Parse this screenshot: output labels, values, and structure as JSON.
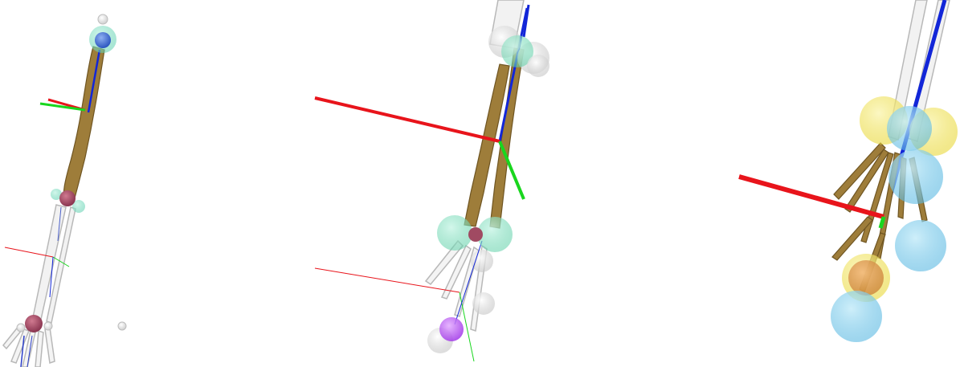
{
  "colors": {
    "background": "#ffffff",
    "axis_x": "#e8141b",
    "axis_y": "#19d61e",
    "axis_z": "#1226d8",
    "bone_gold": "#9e7d3a",
    "bone_gold_dark": "#6f5522",
    "bone_white": "#f2f2f2",
    "bone_outline": "#b8b8b8",
    "joint_blue": "#3f6fd6",
    "joint_maroon": "#a04a62",
    "marker_teal": "#7fe0c0",
    "marker_yellow": "#f2e64f",
    "marker_cyan": "#6cc7ea",
    "marker_orange": "#d98a3a",
    "marker_violet": "#b24ff0",
    "marker_gray": "#dcdcdc"
  },
  "panels": [
    {
      "id": "panel-1",
      "description_key": "upper-arm-view"
    },
    {
      "id": "panel-2",
      "description_key": "forearm-view"
    },
    {
      "id": "panel-3",
      "description_key": "hand-view"
    }
  ]
}
